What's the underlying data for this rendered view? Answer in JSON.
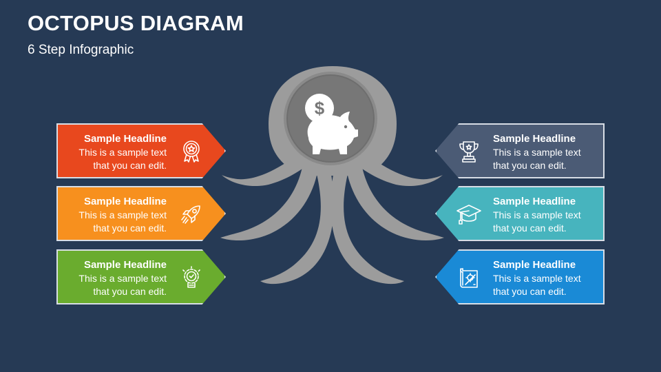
{
  "slide": {
    "title": "OCTOPUS DIAGRAM",
    "subtitle": "6 Step Infographic"
  },
  "colors": {
    "background": "#263a55",
    "octopus": "#9c9c9c",
    "head_circle": "#7a7a7a"
  },
  "center_icon": "piggy-bank-dollar-icon",
  "steps": [
    {
      "side": "left",
      "color": "#e8481e",
      "icon": "award-medal-icon",
      "headline": "Sample Headline",
      "line1": "This is a sample text",
      "line2": "that you can edit."
    },
    {
      "side": "left",
      "color": "#f7901e",
      "icon": "rocket-icon",
      "headline": "Sample Headline",
      "line1": "This is a sample text",
      "line2": "that you can edit."
    },
    {
      "side": "left",
      "color": "#6aac2e",
      "icon": "gear-idea-icon",
      "headline": "Sample Headline",
      "line1": "This is a sample text",
      "line2": "that you can edit."
    },
    {
      "side": "right",
      "color": "#4b5b75",
      "icon": "trophy-icon",
      "headline": "Sample Headline",
      "line1": "This is a sample text",
      "line2": "that you can edit."
    },
    {
      "side": "right",
      "color": "#47b4be",
      "icon": "graduation-cap-icon",
      "headline": "Sample Headline",
      "line1": "This is a sample text",
      "line2": "that you can edit."
    },
    {
      "side": "right",
      "color": "#1a8ad6",
      "icon": "blueprint-scroll-icon",
      "headline": "Sample Headline",
      "line1": "This is a sample text",
      "line2": "that you can edit."
    }
  ]
}
